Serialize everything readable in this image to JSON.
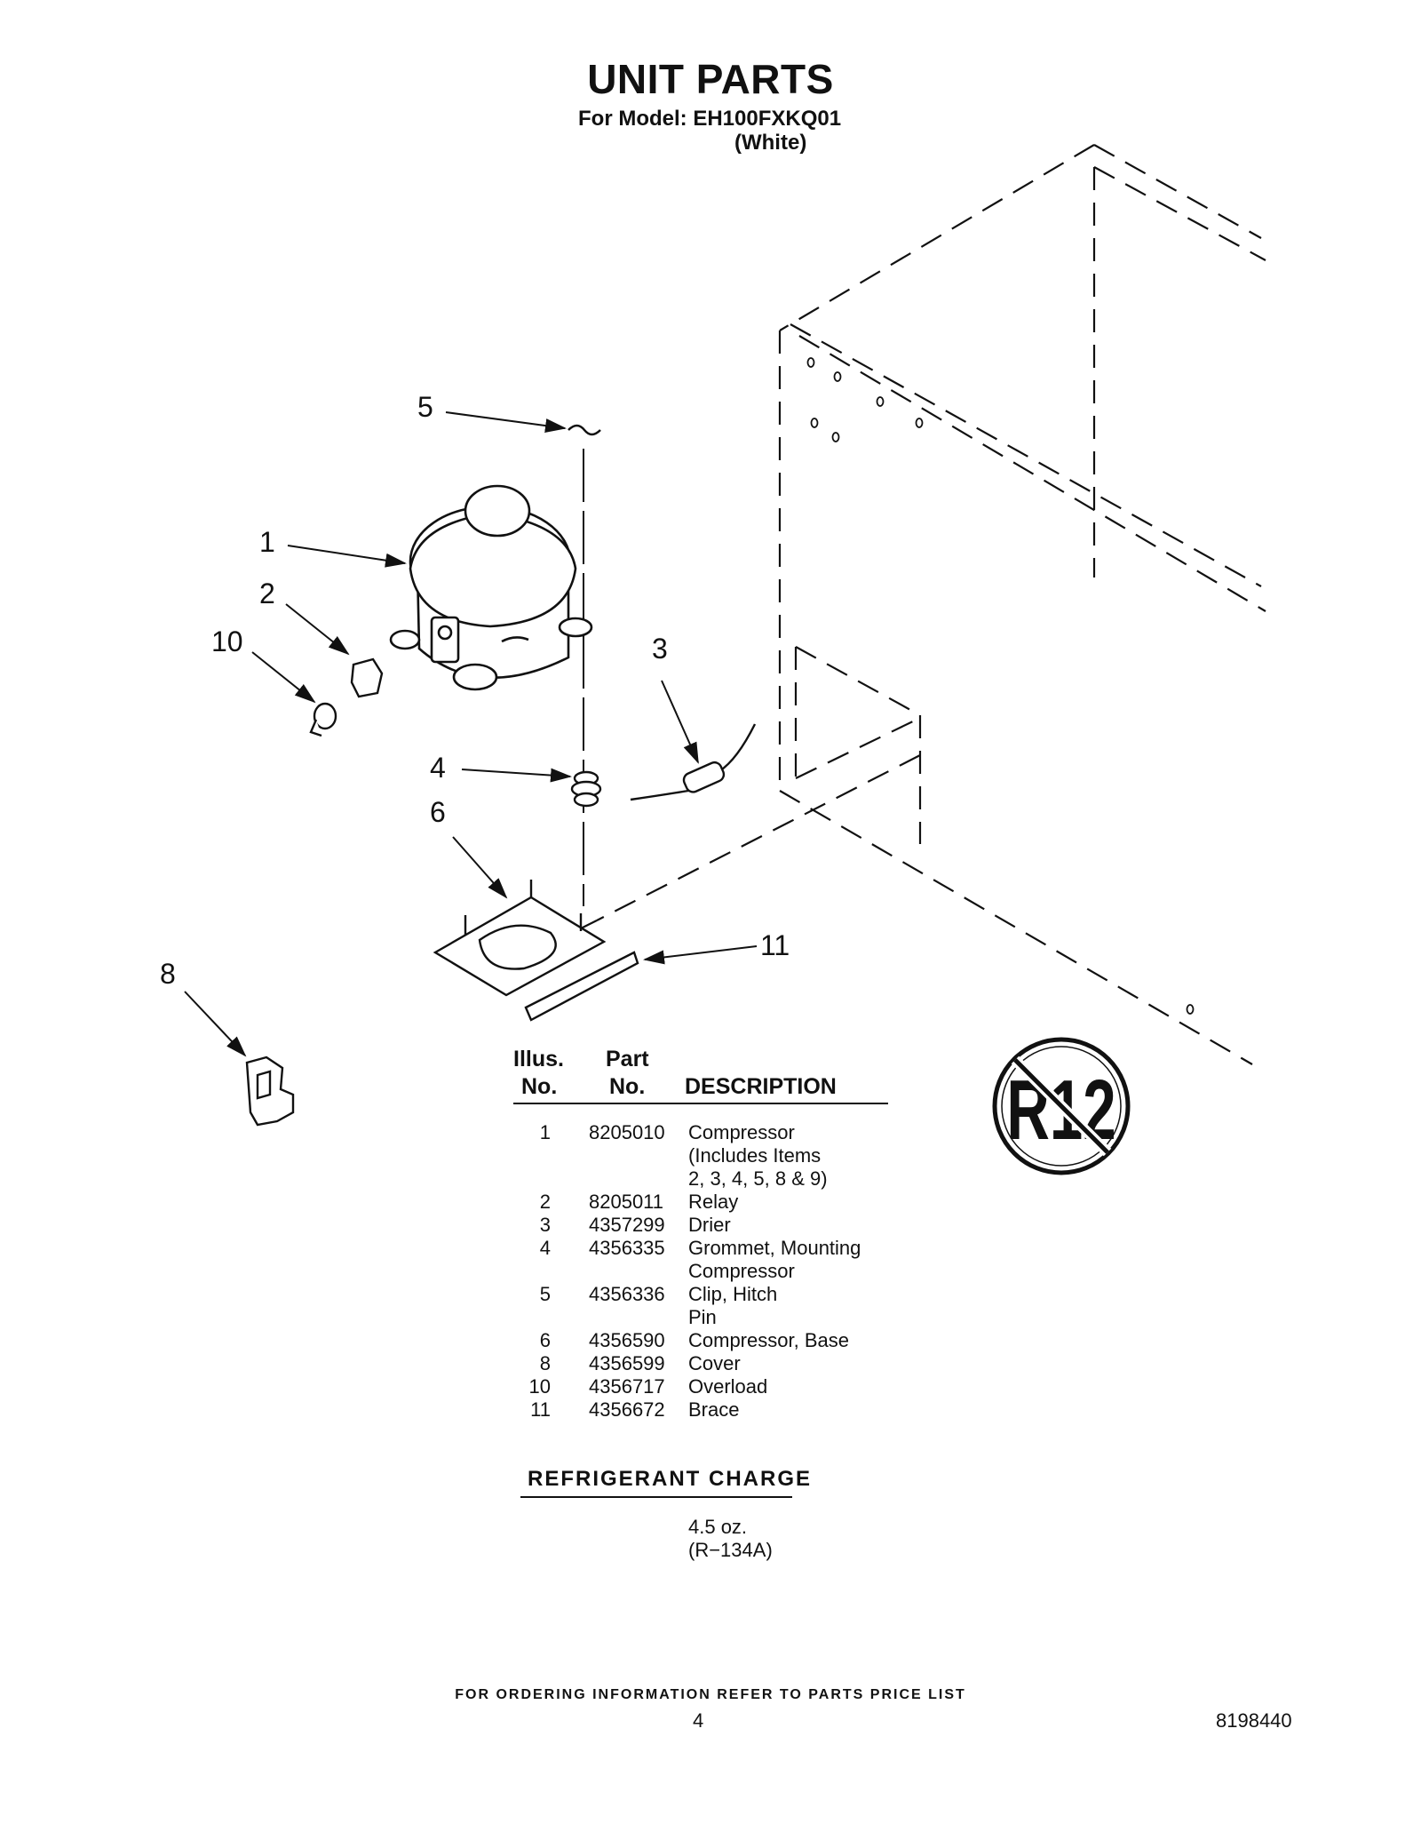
{
  "header": {
    "title": "UNIT PARTS",
    "model_line": "For Model: EH100FXKQ01",
    "color_line": "(White)"
  },
  "callouts": [
    "5",
    "1",
    "2",
    "10",
    "3",
    "4",
    "6",
    "11",
    "8"
  ],
  "no_r12_logo": {
    "text": "R12",
    "meaning": "no-R12-refrigerant symbol"
  },
  "parts_table": {
    "headers": {
      "illus_line1": "Illus.",
      "illus_line2": "No.",
      "part_line1": "Part",
      "part_line2": "No.",
      "description": "DESCRIPTION"
    },
    "rows": [
      {
        "illus": "1",
        "part": "8205010",
        "desc": [
          "Compressor",
          "(Includes Items",
          "2, 3, 4, 5, 8 & 9)"
        ]
      },
      {
        "illus": "2",
        "part": "8205011",
        "desc": [
          "Relay"
        ]
      },
      {
        "illus": "3",
        "part": "4357299",
        "desc": [
          "Drier"
        ]
      },
      {
        "illus": "4",
        "part": "4356335",
        "desc": [
          "Grommet, Mounting",
          "Compressor"
        ]
      },
      {
        "illus": "5",
        "part": "4356336",
        "desc": [
          "Clip, Hitch",
          "Pin"
        ]
      },
      {
        "illus": "6",
        "part": "4356590",
        "desc": [
          "Compressor, Base"
        ]
      },
      {
        "illus": "8",
        "part": "4356599",
        "desc": [
          "Cover"
        ]
      },
      {
        "illus": "10",
        "part": "4356717",
        "desc": [
          "Overload"
        ]
      },
      {
        "illus": "11",
        "part": "4356672",
        "desc": [
          "Brace"
        ]
      }
    ]
  },
  "refrigerant": {
    "heading": "REFRIGERANT CHARGE",
    "amount": "4.5 oz.",
    "type": "(R−134A)"
  },
  "footer": {
    "ordering_note": "FOR ORDERING INFORMATION REFER TO PARTS PRICE LIST",
    "page_number": "4",
    "document_number": "8198440"
  }
}
